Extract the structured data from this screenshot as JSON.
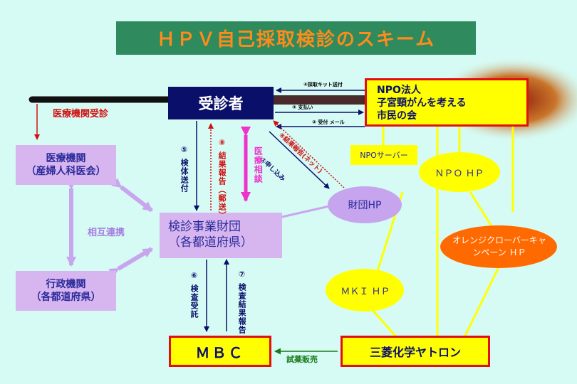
{
  "title": "ＨＰＶ自己採取検診のスキーム",
  "nodes": {
    "jushinsha": "受診者",
    "npo_line1": "NPO法人",
    "npo_line2": "子宮頸がんを考える",
    "npo_line3": "市民の会",
    "iryo_line1": "医療機関",
    "iryo_line2": "（産婦人科医会）",
    "gyosei_line1": "行政機関",
    "gyosei_line2": "（各都道府県）",
    "zaidan_line1": "検診事業財団",
    "zaidan_line2": "（各都道府県）",
    "zaidan_hp": "財団HP",
    "npo_server": "NPOサーバー",
    "npo_hp": "ＮＰＯ ＨＰ",
    "orange_line1": "オレンジクローバーキャ",
    "orange_line2": "ンペーン ＨＰ",
    "mki_hp": "ＭＫＩ ＨＰ",
    "mbc": "ＭＢＣ",
    "mitsubishi": "三菱化学ヤトロン"
  },
  "labels": {
    "iryo_jushin": "医療機関受診",
    "sogo_renkei": "相互連携",
    "shiyaku_hanbai": "試薬販売",
    "step4": "④採取キット送付",
    "step3": "③ 支払い",
    "step2": "② 受付 メール",
    "step1": "①申し込み",
    "step8_net": "⑧結果報告(ネット)",
    "step5": "⑤ 検体送付",
    "step8_mail": "⑧ 結果報告（郵送）",
    "iryo_sodan": "医療相談",
    "step6": "⑥ 検査受託",
    "step7": "⑦ 検査結果報告"
  },
  "colors": {
    "background": "#d6fbf4",
    "title_bg": "#2f8a5e",
    "title_text": "#ff8c1a",
    "navy": "#0a0f6a",
    "lavender": "#d7b6f0",
    "yellow": "#ffff00",
    "border_red": "#e01010",
    "magenta": "#ee33cc",
    "orange": "#ff6a00",
    "green_arrow": "#1a7a1a"
  }
}
